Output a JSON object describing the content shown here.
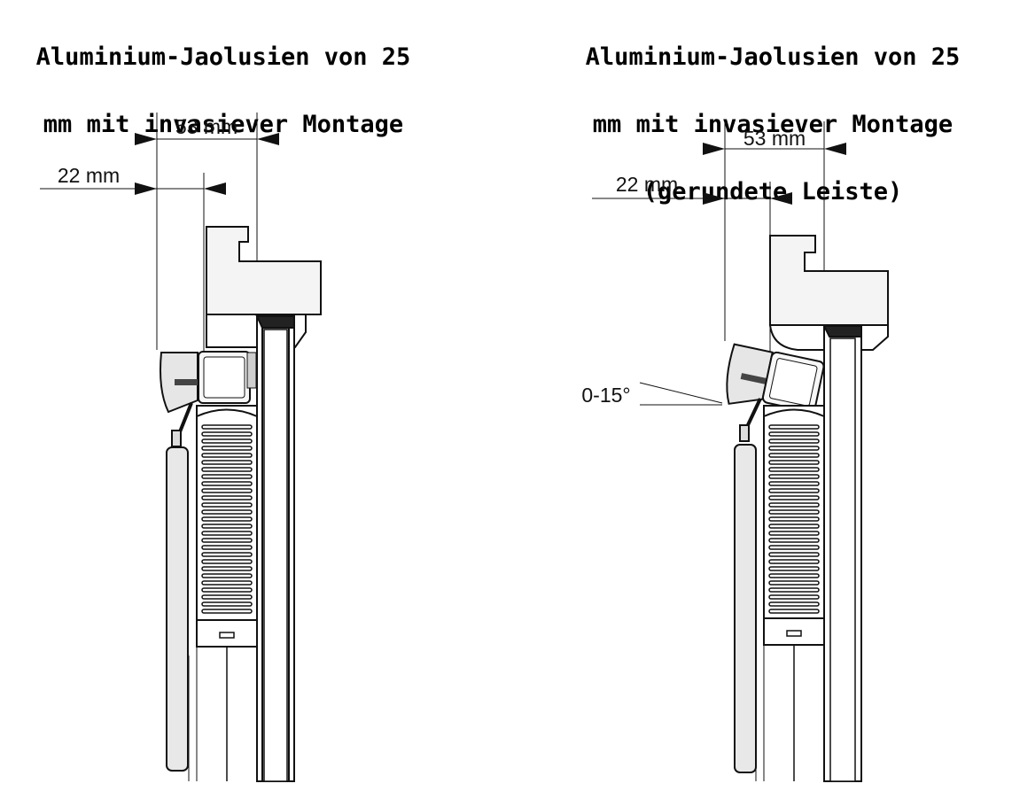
{
  "diagrams": [
    {
      "title_line1": "Aluminium-Jaolusien von 25",
      "title_line2": "mm mit invasiever Montage",
      "title_line3": "",
      "dim_outer": "53 mm",
      "dim_inner": "22 mm",
      "angle_label": ""
    },
    {
      "title_line1": "Aluminium-Jaolusien von 25",
      "title_line2": "mm mit invasiever Montage",
      "title_line3": "(gerundete Leiste)",
      "dim_outer": "53 mm",
      "dim_inner": "22 mm",
      "angle_label": "0-15°"
    }
  ],
  "colors": {
    "line": "#111111",
    "fill_light": "#f2f2f2",
    "fill_mid": "#bdbdbd",
    "fill_dark": "#555555"
  }
}
